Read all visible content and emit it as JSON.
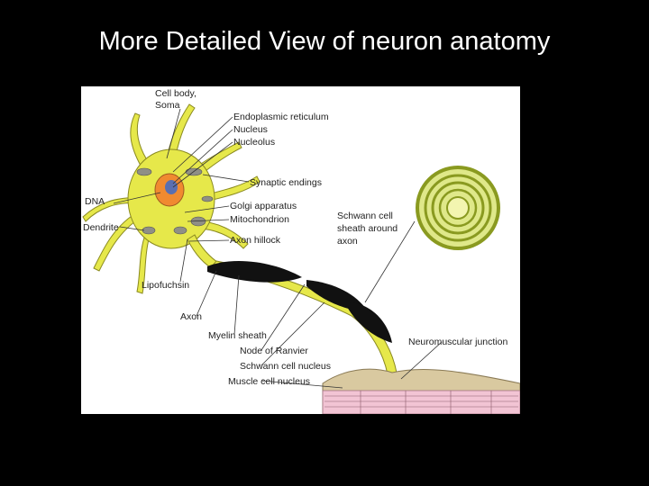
{
  "slide": {
    "title": "More Detailed View of neuron anatomy"
  },
  "labels": {
    "cell_body": "Cell body,",
    "soma": "Soma",
    "endoplasmic_reticulum": "Endoplasmic reticulum",
    "nucleus": "Nucleus",
    "nucleolus": "Nucleolus",
    "synaptic_endings": "Synaptic endings",
    "dna": "DNA",
    "golgi_apparatus": "Golgi apparatus",
    "mitochondrion": "Mitochondrion",
    "dendrite": "Dendrite",
    "axon_hillock": "Axon hillock",
    "schwann_sheath_1": "Schwann cell",
    "schwann_sheath_2": "sheath around",
    "schwann_sheath_3": "axon",
    "lipofuchsin": "Lipofuchsin",
    "axon": "Axon",
    "myelin_sheath": "Myelin sheath",
    "neuromuscular_junction": "Neuromuscular junction",
    "node_of_ranvier": "Node of Ranvier",
    "schwann_cell_nucleus": "Schwann cell nucleus",
    "muscle_cell_nucleus": "Muscle cell nucleus"
  },
  "colors": {
    "cytoplasm": "#e6e84a",
    "cell_outline": "#8a8a20",
    "nucleus": "#f08a30",
    "nucleus_inner": "#5a6fb0",
    "myelin": "#111111",
    "muscle": "#f2c4d4",
    "muscle_top": "#d9c9a0"
  }
}
